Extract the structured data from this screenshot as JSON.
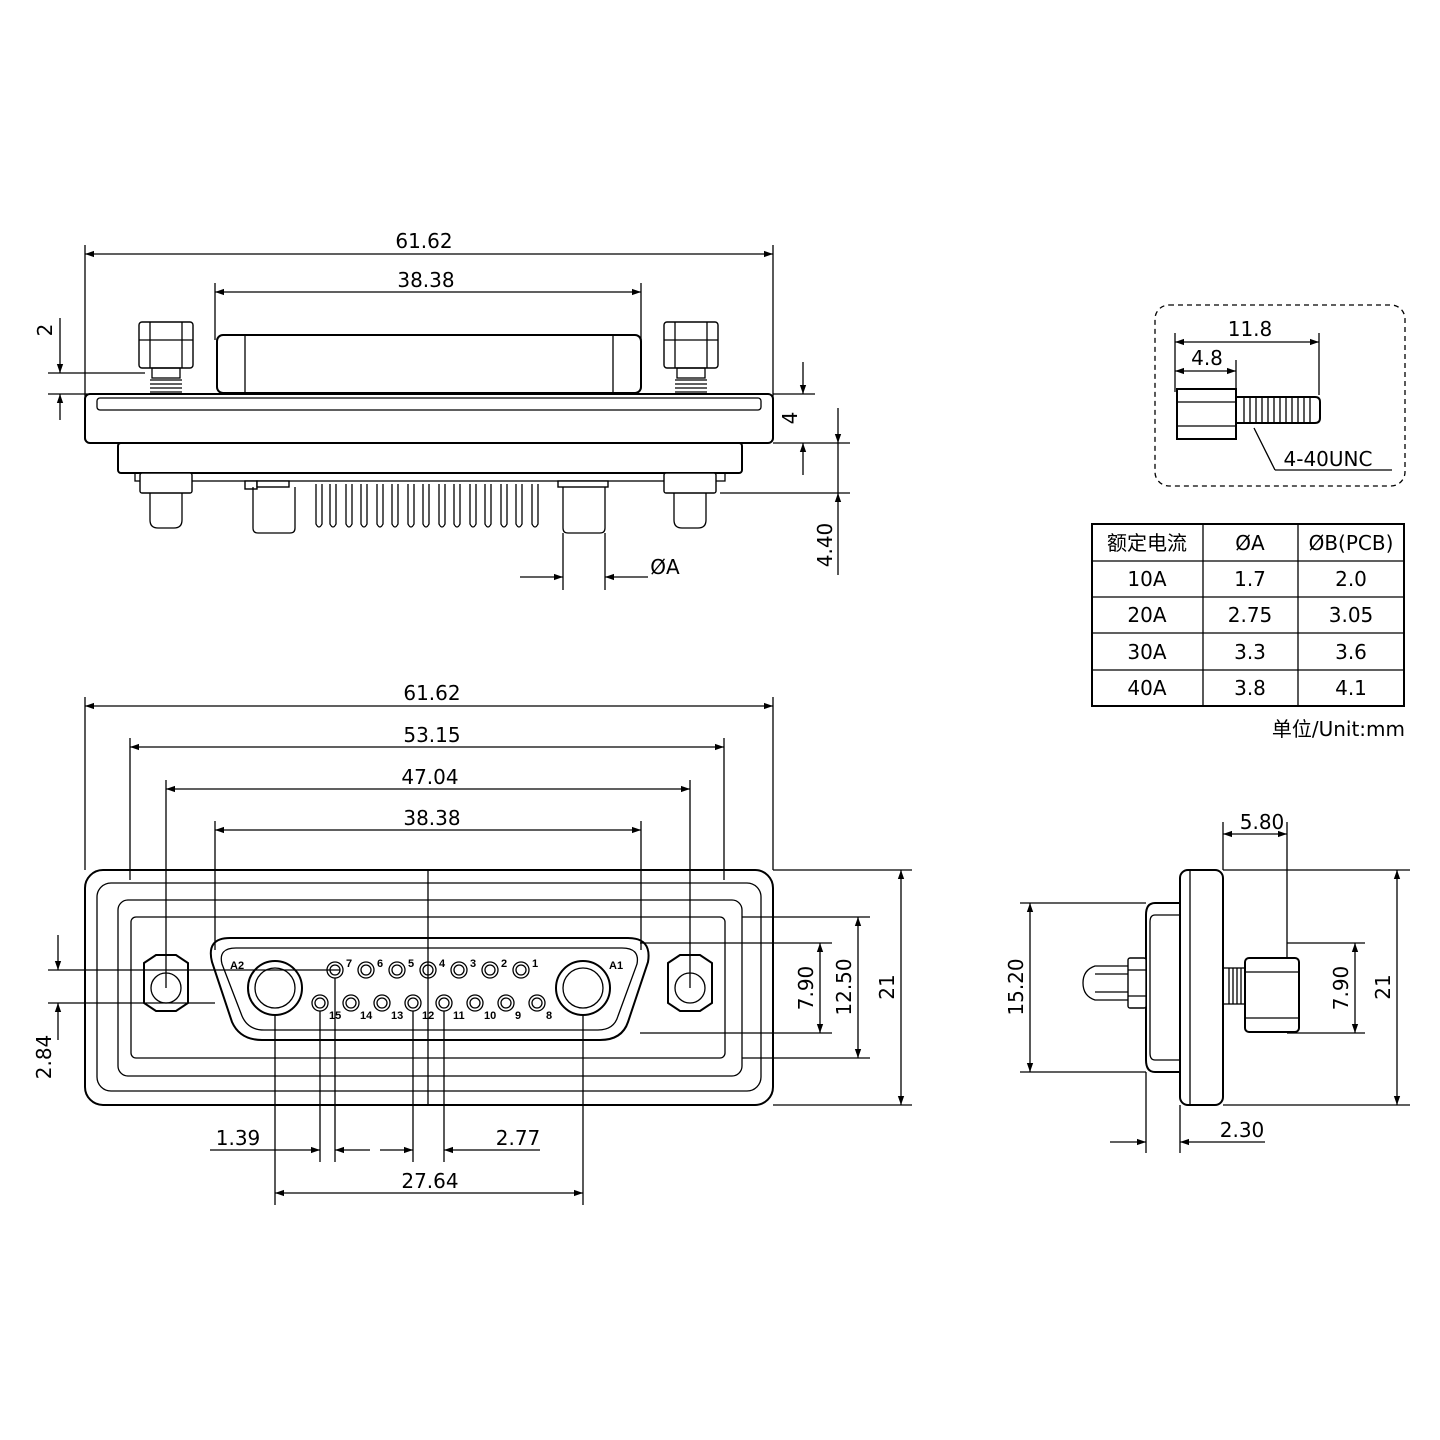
{
  "front_view": {
    "dims": {
      "overall_width": "61.62",
      "outer_mount": "53.15",
      "hole_pitch": "47.04",
      "shell_width": "38.38",
      "inner_height": "7.90",
      "flange_inner": "12.50",
      "height": "21",
      "pin_offset": "2.84",
      "pitch_small": "1.39",
      "pitch_large": "2.77",
      "power_pitch": "27.64"
    },
    "pins_top": [
      "7",
      "6",
      "5",
      "4",
      "3",
      "2",
      "1"
    ],
    "pins_bottom": [
      "15",
      "14",
      "13",
      "12",
      "11",
      "10",
      "9",
      "8"
    ],
    "power_pins": [
      "A2",
      "A1"
    ]
  },
  "top_view": {
    "dims": {
      "overall_width": "61.62",
      "shell_width": "38.38",
      "screw_gap": "2",
      "flange_thickness": "4",
      "pin_length": "4.40",
      "pin_diameter": "ØA"
    }
  },
  "side_view": {
    "dims": {
      "depth": "5.80",
      "height": "21",
      "body_height": "15.20",
      "boss_height": "7.90",
      "flange": "2.30"
    }
  },
  "screw_detail": {
    "length": "11.8",
    "hex_length": "4.8",
    "thread": "4-40UNC"
  },
  "spec_table": {
    "headers": [
      "额定电流",
      "ØA",
      "ØB(PCB)"
    ],
    "rows": [
      [
        "10A",
        "1.7",
        "2.0"
      ],
      [
        "20A",
        "2.75",
        "3.05"
      ],
      [
        "30A",
        "3.3",
        "3.6"
      ],
      [
        "40A",
        "3.8",
        "4.1"
      ]
    ],
    "unit_note": "单位/Unit:mm"
  }
}
